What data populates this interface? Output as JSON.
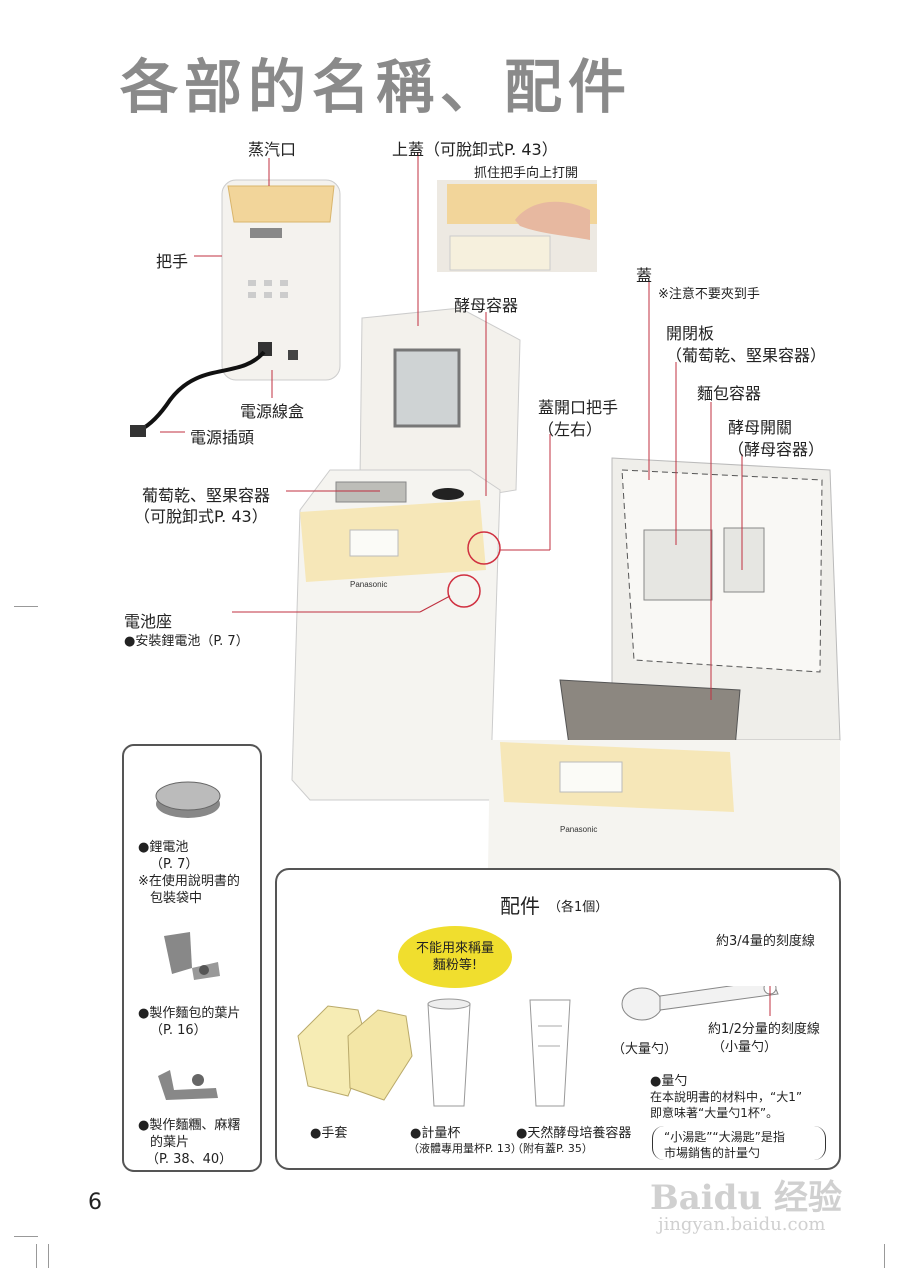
{
  "page": {
    "title": "各部的名稱、配件",
    "page_number": "6"
  },
  "parts": {
    "steam_vent": "蒸汽口",
    "top_lid": "上蓋（可脫卸式P. 43）",
    "lid_note": "抓住把手向上打開",
    "handle": "把手",
    "power_box": "電源線盒",
    "plug": "電源插頭",
    "yeast_container": "酵母容器",
    "lid": "蓋",
    "lid_note2": "※注意不要夾到手",
    "shutter": "開閉板",
    "shutter_sub": "（葡萄乾、堅果容器）",
    "bread_pan": "麵包容器",
    "yeast_switch": "酵母開關",
    "yeast_switch_sub": "（酵母容器）",
    "lid_handle": "蓋開口把手",
    "lid_handle_sub": "（左右）",
    "raisin_container": "葡萄乾、堅果容器",
    "raisin_sub": "（可脫卸式P. 43）",
    "battery_holder": "電池座",
    "battery_note": "●安裝鋰電池（P. 7）"
  },
  "left_accessories": [
    {
      "name": "●鋰電池",
      "ref": "（P. 7）",
      "note1": "※在使用說明書的",
      "note2": "包裝袋中"
    },
    {
      "name": "●製作麵包的葉片",
      "ref": "（P. 16）"
    },
    {
      "name": "●製作麵糰、麻糬",
      "name2": "的葉片",
      "ref": "（P. 38、40）"
    }
  ],
  "accessories": {
    "heading": "配件",
    "heading_sub": "（各1個）",
    "bubble": [
      "不能用來稱量",
      "麵粉等!"
    ],
    "gloves": "●手套",
    "cup": "●計量杯",
    "cup_sub": "（液體專用量杯P. 13）",
    "yeast_cup": "●天然酵母培養容器",
    "yeast_cup_sub": "（附有蓋P. 35）",
    "line34": "約3/4量的刻度線",
    "line12": "約1/2分量的刻度線",
    "large_spoon": "（大量勺）",
    "small_spoon": "（小量勺）",
    "spoon": "●量勺",
    "spoon_desc1": "在本說明書的材料中，“大1”",
    "spoon_desc2": "即意味著“大量勺1杯”。",
    "note1": "“小湯匙”“大湯匙”是指",
    "note2": "市場銷售的計量勺"
  },
  "watermark": {
    "brand": "Baidu 经验",
    "url": "jingyan.baidu.com"
  }
}
